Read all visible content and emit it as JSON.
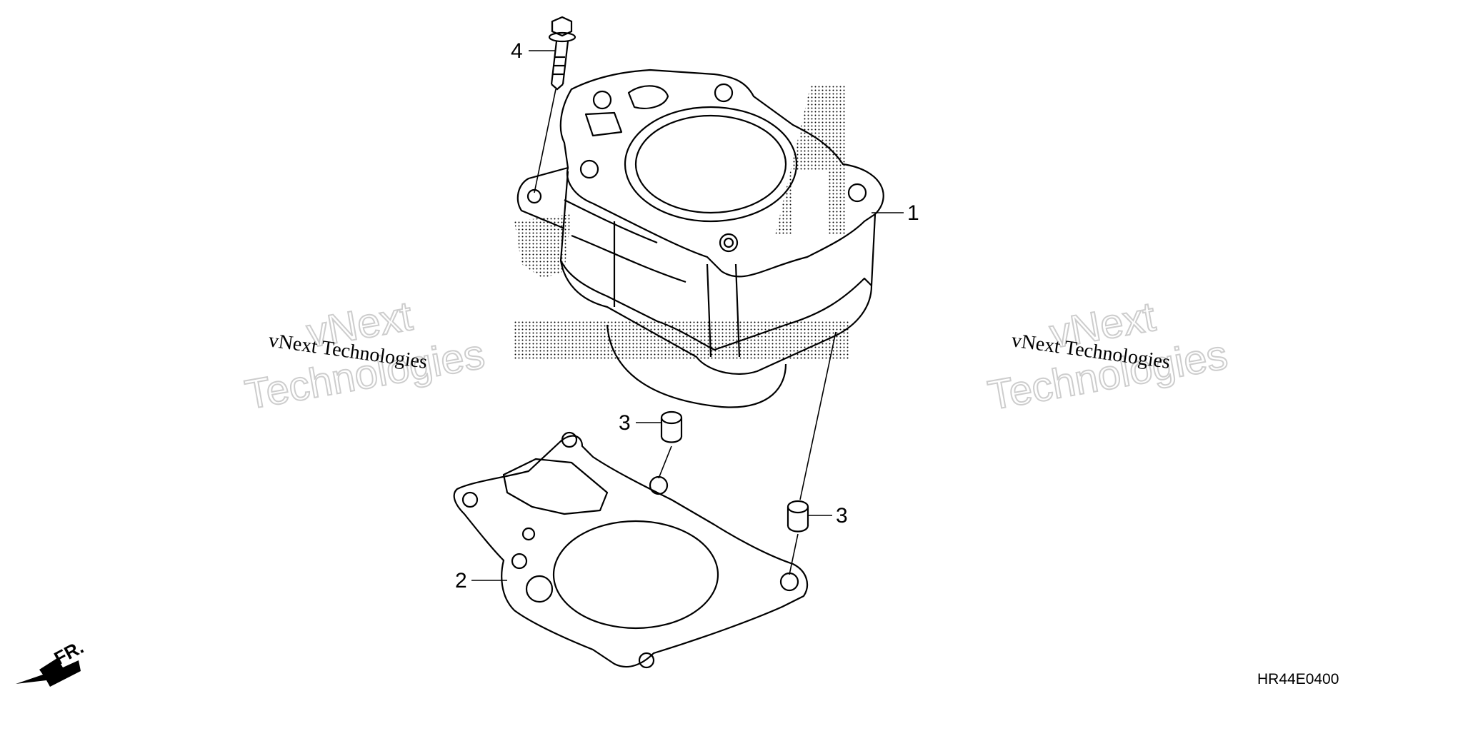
{
  "callouts": {
    "part_1": "1",
    "part_2": "2",
    "part_3a": "3",
    "part_3b": "3",
    "part_4": "4"
  },
  "diagram_code": "HR44E0400",
  "front_indicator": "FR.",
  "watermark": {
    "line_1": "vNext",
    "line_2": "Technologies",
    "small": "vNext Technologies"
  },
  "colors": {
    "line": "#000000",
    "background": "#ffffff",
    "watermark_outline": "#c8c8c8"
  }
}
